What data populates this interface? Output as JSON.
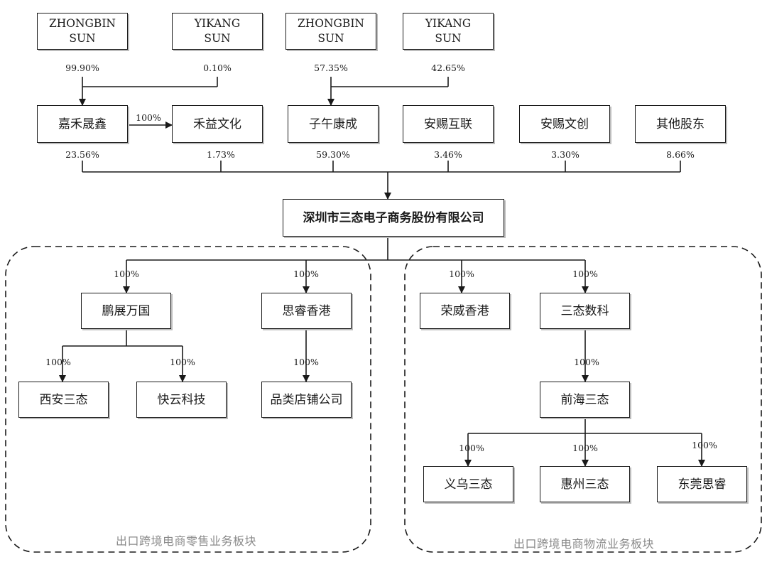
{
  "shareholders_top": [
    {
      "line1": "ZHONGBIN",
      "line2": "SUN",
      "pct": "99.90%"
    },
    {
      "line1": "YIKANG",
      "line2": "SUN",
      "pct": "0.10%"
    },
    {
      "line1": "ZHONGBIN",
      "line2": "SUN",
      "pct": "57.35%"
    },
    {
      "line1": "YIKANG",
      "line2": "SUN",
      "pct": "42.65%"
    }
  ],
  "shareholders": [
    {
      "name": "嘉禾晟鑫",
      "pct": "23.56%"
    },
    {
      "name": "禾益文化",
      "pct": "1.73%"
    },
    {
      "name": "子午康成",
      "pct": "59.30%"
    },
    {
      "name": "安赐互联",
      "pct": "3.46%"
    },
    {
      "name": "安赐文创",
      "pct": "3.30%"
    },
    {
      "name": "其他股东",
      "pct": "8.66%"
    }
  ],
  "jiahe_to_heyi_pct": "100%",
  "company": {
    "name": "深圳市三态电子商务股份有限公司"
  },
  "segments": {
    "retail_label": "出口跨境电商零售业务板块",
    "logistics_label": "出口跨境电商物流业务板块"
  },
  "subsidiaries": {
    "pengzhan": {
      "name": "鹏展万国",
      "pct": "100%"
    },
    "siruihk": {
      "name": "思睿香港",
      "pct": "100%"
    },
    "xian": {
      "name": "西安三态",
      "pct": "100%"
    },
    "kuaiyun": {
      "name": "快云科技",
      "pct": "100%"
    },
    "pinlei": {
      "name": "品类店铺公司",
      "pct": "100%"
    },
    "rongwei": {
      "name": "荣威香港",
      "pct": "100%"
    },
    "shuke": {
      "name": "三态数科",
      "pct": "100%"
    },
    "qianhai": {
      "name": "前海三态",
      "pct": "100%"
    },
    "yiwu": {
      "name": "义乌三态",
      "pct": "100%"
    },
    "huizhou": {
      "name": "惠州三态",
      "pct": "100%"
    },
    "dongguan": {
      "name": "东莞思睿",
      "pct": "100%"
    }
  }
}
